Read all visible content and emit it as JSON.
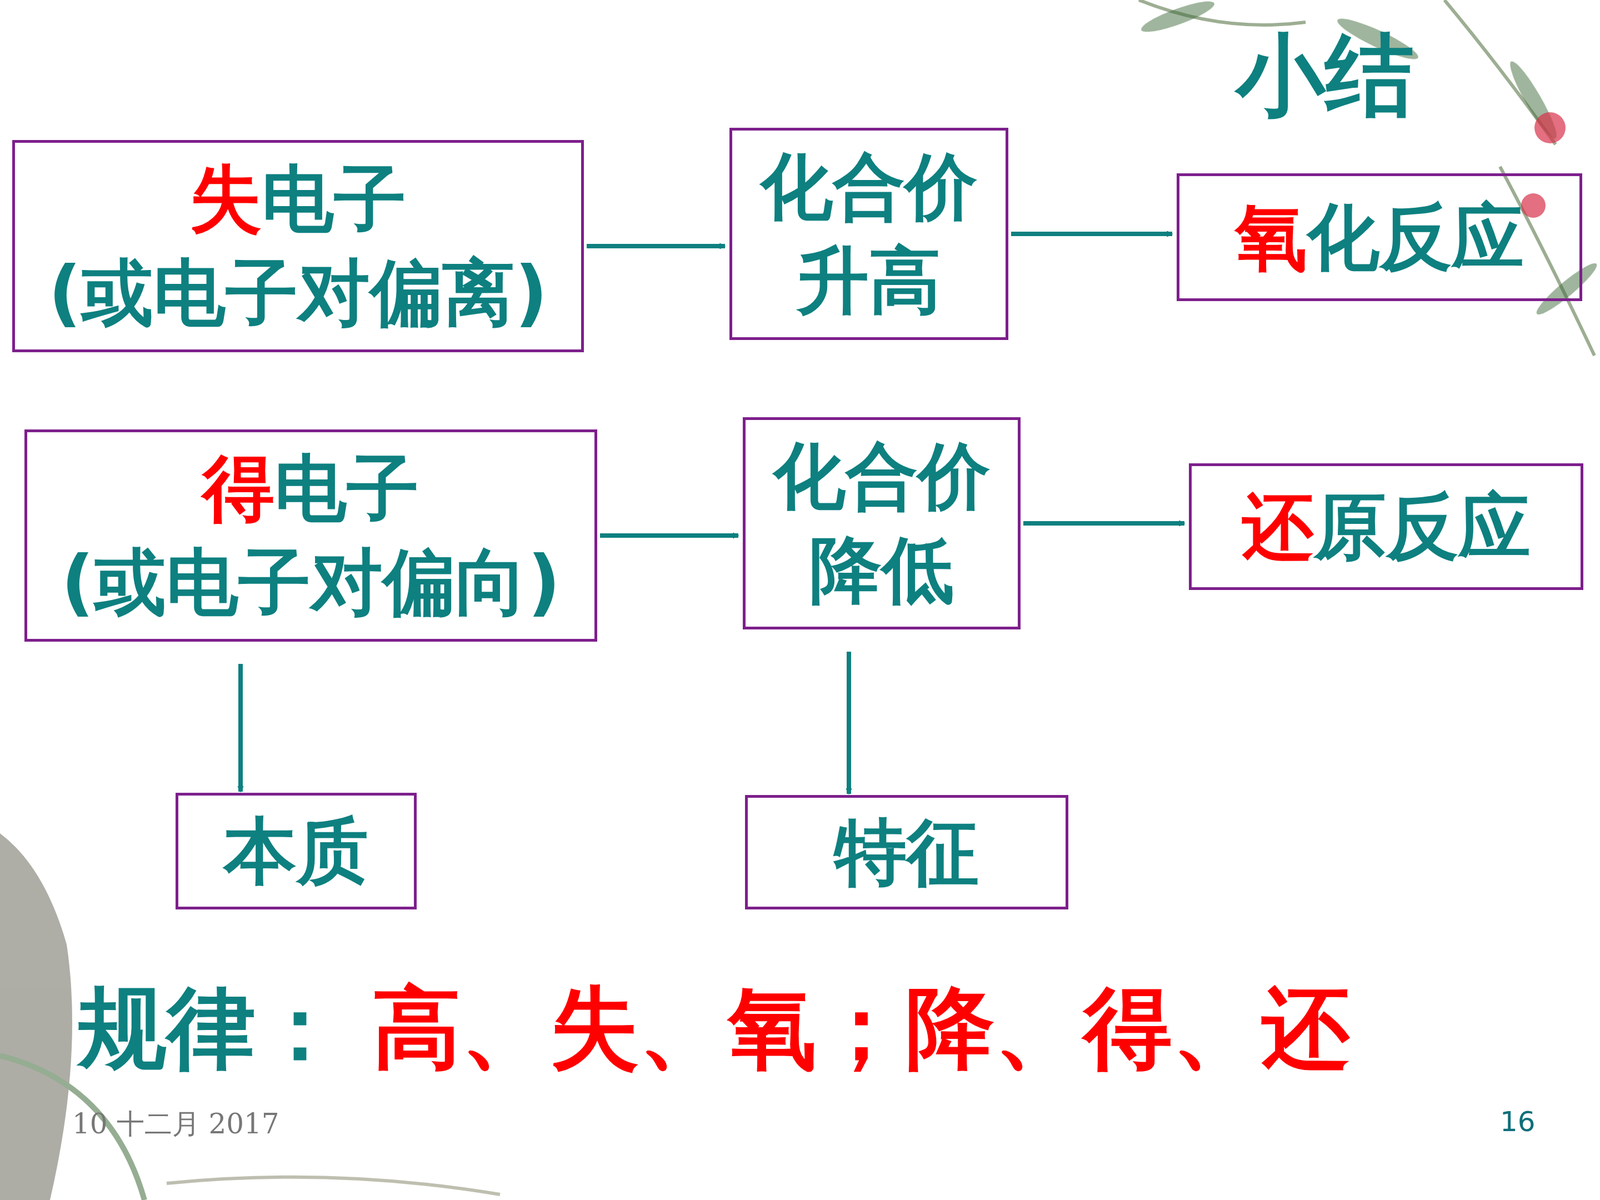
{
  "diagram": {
    "title": "小结",
    "nodes": [
      {
        "text": [
          "失",
          "电子",
          "(或电子对偏离)"
        ]
      },
      {
        "text": [
          "化合价 升高"
        ]
      },
      {
        "text": [
          "氧",
          "化反应"
        ]
      },
      {
        "text": [
          "得",
          "电子",
          "(或电子对偏向)"
        ]
      },
      {
        "text": [
          "化合价 降低"
        ]
      },
      {
        "text": [
          "还",
          "原反应"
        ]
      },
      {
        "text": [
          "本质"
        ]
      },
      {
        "text": [
          "特征"
        ]
      }
    ],
    "edges": [
      {
        "from": 0,
        "to": 1,
        "arrow": "to"
      },
      {
        "from": 1,
        "to": 2,
        "arrow": "to"
      },
      {
        "from": 3,
        "to": 4,
        "arrow": "to"
      },
      {
        "from": 4,
        "to": 5,
        "arrow": "to"
      },
      {
        "from": 3,
        "to": 6,
        "arrow": "to"
      },
      {
        "from": 4,
        "to": 7,
        "arrow": "to"
      }
    ],
    "labels": [
      "规律：",
      "高、失、氧；降、得、还",
      "10 十二月 2017",
      "16"
    ]
  }
}
